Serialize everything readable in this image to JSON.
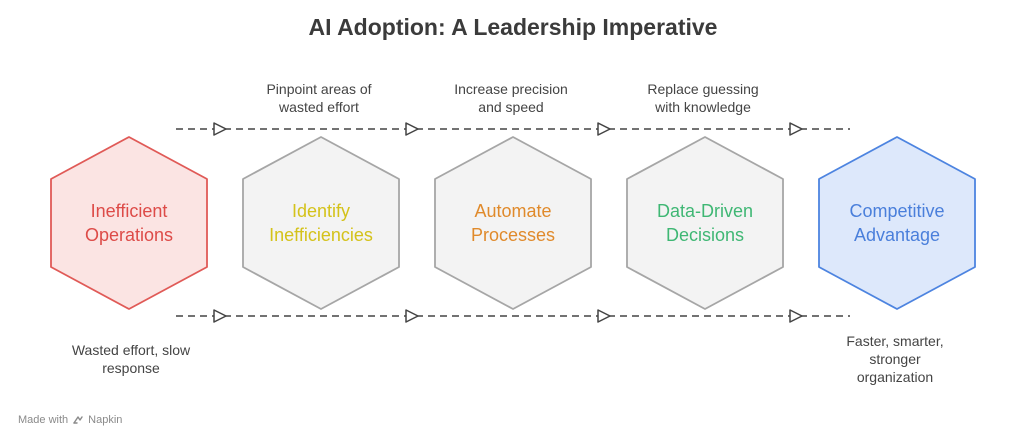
{
  "title": "AI Adoption: A Leadership Imperative",
  "stages": [
    {
      "label_line1": "Inefficient",
      "label_line2": "Operations",
      "fill": "#fbe4e3",
      "stroke": "#e05a57",
      "text_color": "#dd4b48"
    },
    {
      "label_line1": "Identify",
      "label_line2": "Inefficiencies",
      "fill": "#f3f3f3",
      "stroke": "#a6a6a6",
      "text_color": "#d4c21a"
    },
    {
      "label_line1": "Automate",
      "label_line2": "Processes",
      "fill": "#f3f3f3",
      "stroke": "#a6a6a6",
      "text_color": "#e08a2b"
    },
    {
      "label_line1": "Data-Driven",
      "label_line2": "Decisions",
      "fill": "#f3f3f3",
      "stroke": "#a6a6a6",
      "text_color": "#3fb774"
    },
    {
      "label_line1": "Competitive",
      "label_line2": "Advantage",
      "fill": "#dde8fb",
      "stroke": "#4d84e0",
      "text_color": "#4a7fdb"
    }
  ],
  "top_captions": [
    {
      "line1": "Pinpoint areas of",
      "line2": "wasted effort"
    },
    {
      "line1": "Increase precision",
      "line2": "and speed"
    },
    {
      "line1": "Replace guessing",
      "line2": "with knowledge"
    }
  ],
  "bottom_captions": {
    "left": {
      "line1": "Wasted effort, slow",
      "line2": "response"
    },
    "right": {
      "line1": "Faster, smarter,",
      "line2": "stronger",
      "line3": "organization"
    }
  },
  "footer": {
    "prefix": "Made with",
    "brand": "Napkin"
  },
  "colors": {
    "connector": "#444444",
    "arrow_fill": "#ffffff",
    "title": "#3b3b3b"
  }
}
